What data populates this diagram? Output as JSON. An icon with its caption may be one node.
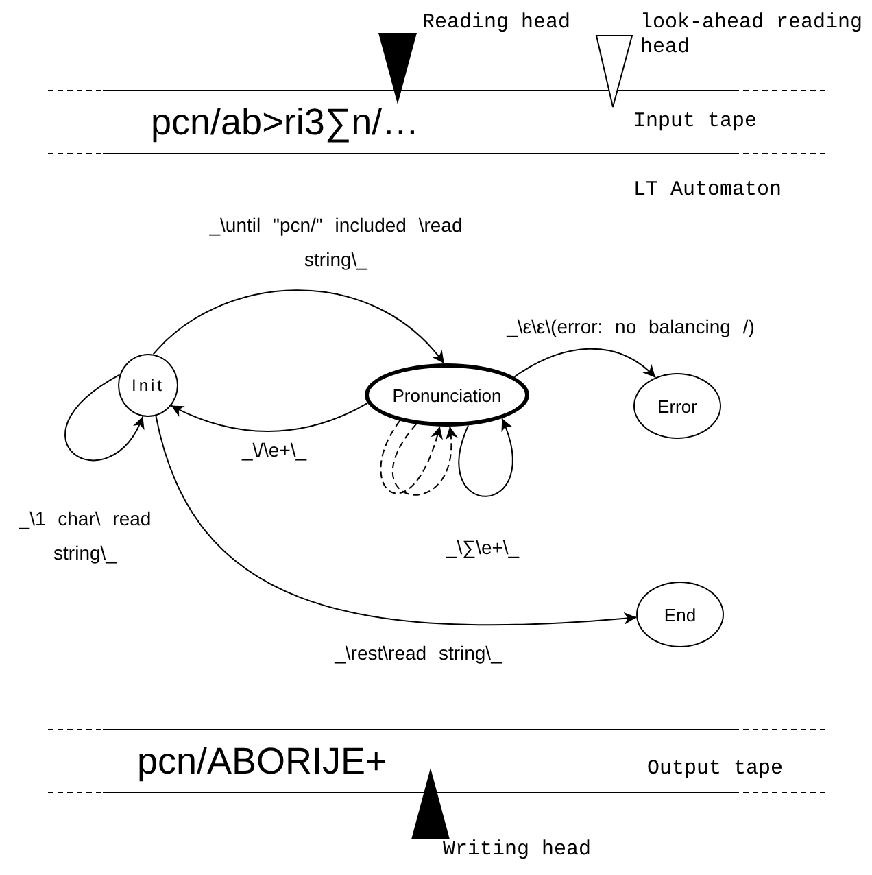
{
  "diagram": {
    "nodes": [
      {
        "text": [
          "Init"
        ]
      },
      {
        "text": [
          "Pronunciation"
        ]
      },
      {
        "text": [
          "Error"
        ]
      },
      {
        "text": [
          "End"
        ]
      }
    ],
    "edges": [
      {
        "from": 0,
        "to": 1,
        "arrow": "to",
        "label": "_\\until \"pcn/\" included \\read string\\_"
      },
      {
        "from": 1,
        "to": 2,
        "arrow": "to",
        "label": "_\\ε\\ε\\(error: no balancing /)"
      },
      {
        "from": 1,
        "to": 0,
        "arrow": "to",
        "label": "_\\/\\e+\\_"
      },
      {
        "from": 0,
        "to": 0,
        "arrow": "to",
        "label": "_\\1 char\\ read string\\_"
      },
      {
        "from": 0,
        "to": 3,
        "arrow": "to",
        "label": "_\\rest\\read string\\_"
      },
      {
        "from": 1,
        "to": 1,
        "arrow": "to",
        "label": "_\\∑\\e+\\_"
      },
      {
        "from": 1,
        "to": 1,
        "arrow": "to",
        "style": "dashed"
      },
      {
        "from": 1,
        "to": 1,
        "arrow": "to",
        "style": "dashed"
      }
    ],
    "labels": [
      "Reading head",
      "look-ahead reading head",
      "pcn/ab>ri3∑n/…",
      "Input tape",
      "LT Automaton",
      "Output tape",
      "pcn/ABORIJE+",
      "Writing head"
    ]
  }
}
